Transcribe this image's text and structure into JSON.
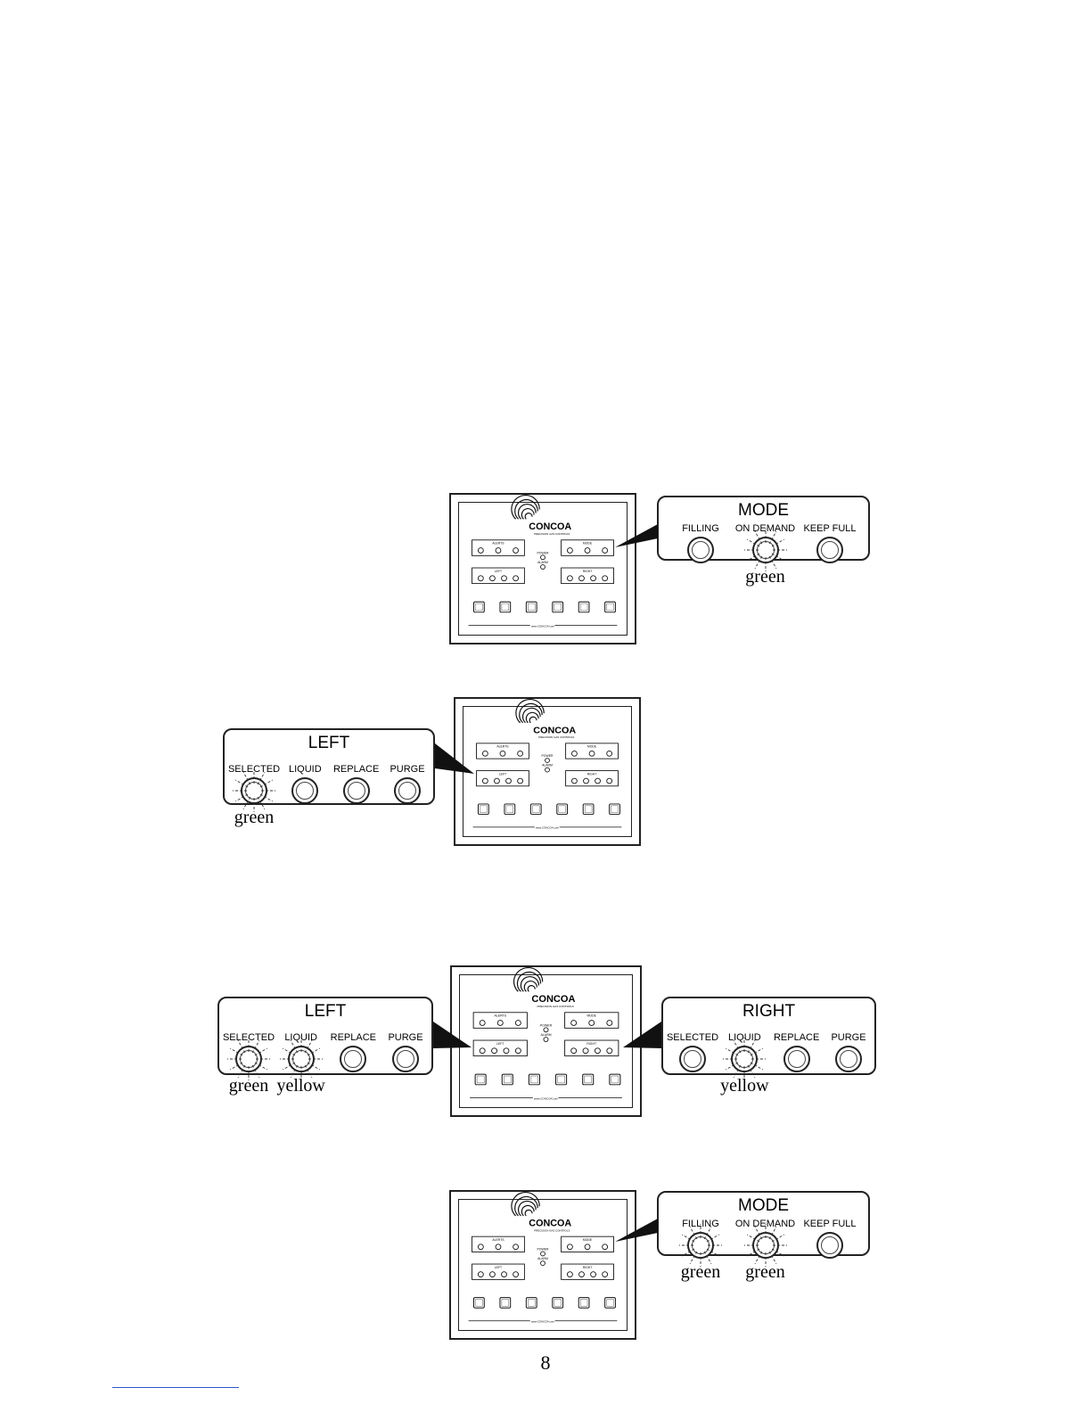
{
  "panel": {
    "logo": "CONCOA",
    "sub": "PRECISION GAS CONTROLS",
    "alerts": "ALERTS",
    "mode": "MODE",
    "left": "LEFT",
    "right": "RIGHT",
    "power": "POWER",
    "alarm": "ALARM",
    "website": "www.CONCOA.com"
  },
  "fig1": {
    "title": "MODE",
    "labels": [
      "FILLING",
      "ON DEMAND",
      "KEEP FULL"
    ],
    "lit": [
      false,
      true,
      false
    ],
    "colors": [
      "",
      "green",
      ""
    ]
  },
  "fig2": {
    "title": "LEFT",
    "labels": [
      "SELECTED",
      "LIQUID",
      "REPLACE",
      "PURGE"
    ],
    "lit": [
      true,
      false,
      false,
      false
    ],
    "colors": [
      "green",
      "",
      "",
      ""
    ]
  },
  "fig3_left": {
    "title": "LEFT",
    "labels": [
      "SELECTED",
      "LIQUID",
      "REPLACE",
      "PURGE"
    ],
    "lit": [
      true,
      true,
      false,
      false
    ],
    "colors": [
      "green",
      "yellow",
      "",
      ""
    ]
  },
  "fig3_right": {
    "title": "RIGHT",
    "labels": [
      "SELECTED",
      "LIQUID",
      "REPLACE",
      "PURGE"
    ],
    "lit": [
      false,
      true,
      false,
      false
    ],
    "colors": [
      "",
      "yellow",
      "",
      ""
    ]
  },
  "fig4": {
    "title": "MODE",
    "labels": [
      "FILLING",
      "ON DEMAND",
      "KEEP FULL"
    ],
    "lit": [
      true,
      true,
      false
    ],
    "colors": [
      "green",
      "green",
      ""
    ]
  },
  "page_number": "8"
}
